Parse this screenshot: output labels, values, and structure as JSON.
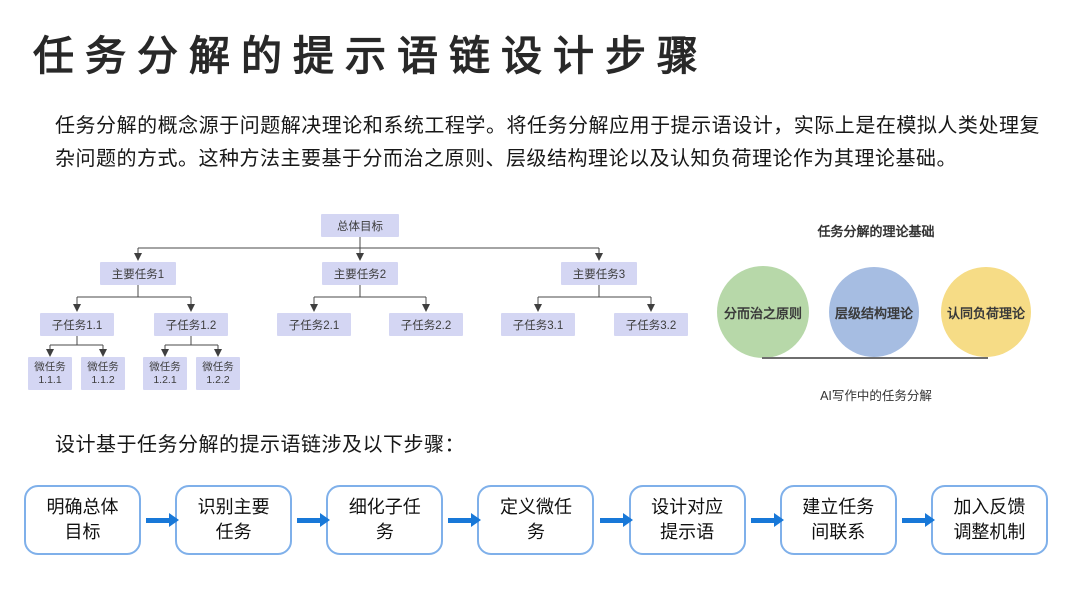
{
  "page": {
    "title": "任务分解的提示语链设计步骤",
    "intro": "任务分解的概念源于问题解决理论和系统工程学。将任务分解应用于提示语设计，实际上是在模拟人类处理复杂问题的方式。这种方法主要基于分而治之原则、层级结构理论以及认知负荷理论作为其理论基础。",
    "steps_intro": "设计基于任务分解的提示语链涉及以下步骤："
  },
  "tree": {
    "box_color": "#d4d6f3",
    "connector_color": "#4a4a4a",
    "nodes": {
      "goal": "总体目标",
      "main1": "主要任务1",
      "main2": "主要任务2",
      "main3": "主要任务3",
      "sub11": "子任务1.1",
      "sub12": "子任务1.2",
      "sub21": "子任务2.1",
      "sub22": "子任务2.2",
      "sub31": "子任务3.1",
      "sub32": "子任务3.2",
      "micro111": "微任务\n1.1.1",
      "micro112": "微任务\n1.1.2",
      "micro121": "微任务\n1.2.1",
      "micro122": "微任务\n1.2.2"
    }
  },
  "theory": {
    "title": "任务分解的理论基础",
    "caption": "AI写作中的任务分解",
    "circles": [
      {
        "label": "分而治之原则",
        "color": "#b7d8a9"
      },
      {
        "label": "层级结构理论",
        "color": "#a6bde2"
      },
      {
        "label": "认同负荷理论",
        "color": "#f6dc86"
      }
    ]
  },
  "flow": {
    "arrow_color": "#1878d8",
    "box_border_color": "#7fb0ea",
    "steps": [
      {
        "line1": "明确总体",
        "line2": "目标"
      },
      {
        "line1": "识别主要",
        "line2": "任务"
      },
      {
        "line1": "细化子任",
        "line2": "务"
      },
      {
        "line1": "定义微任",
        "line2": "务"
      },
      {
        "line1": "设计对应",
        "line2": "提示语"
      },
      {
        "line1": "建立任务",
        "line2": "间联系"
      },
      {
        "line1": "加入反馈",
        "line2": "调整机制"
      }
    ]
  }
}
